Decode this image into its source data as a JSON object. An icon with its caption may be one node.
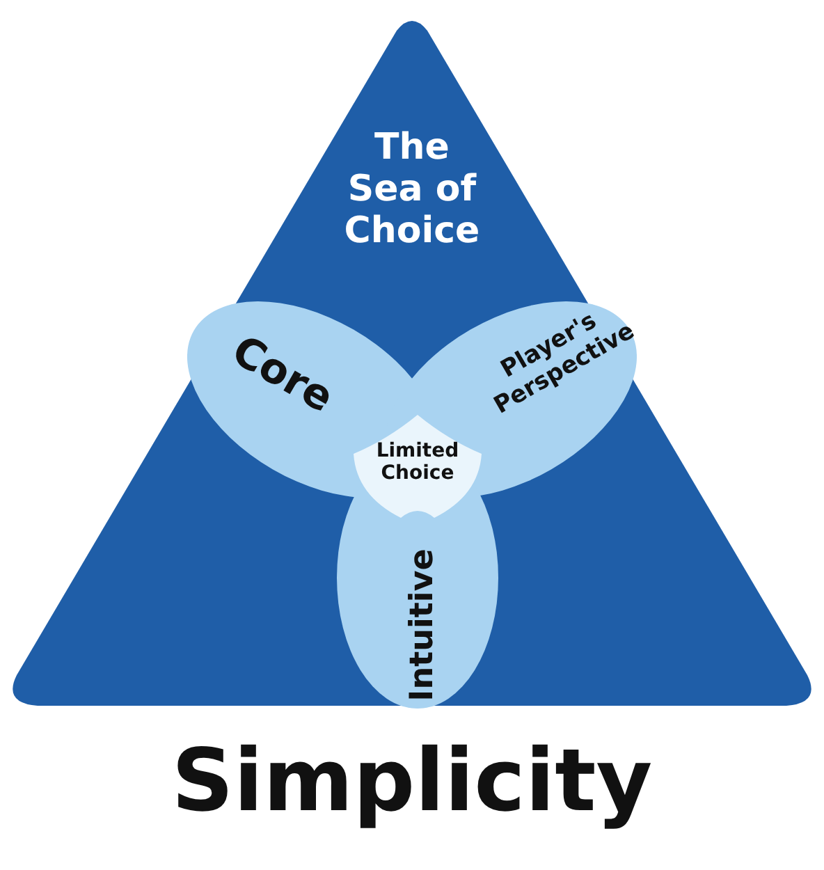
{
  "diagram": {
    "caption": "Simplicity",
    "nodes": [
      {
        "text": [
          "The Sea of Choice"
        ]
      },
      {
        "text": [
          "Core"
        ],
        "in": 0
      },
      {
        "text": [
          "Player's Perspective"
        ],
        "in": 0
      },
      {
        "text": [
          "Intuitive"
        ],
        "in": 0
      },
      {
        "text": [
          "Limited Choice"
        ],
        "in": 0
      }
    ]
  }
}
